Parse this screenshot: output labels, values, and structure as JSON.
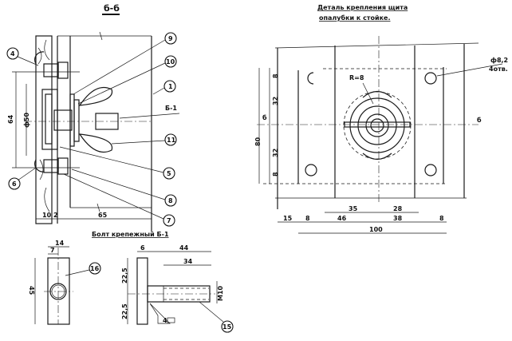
{
  "section": {
    "title": "б-б",
    "callouts": [
      "4",
      "9",
      "10",
      "1",
      "Б-1",
      "11",
      "5",
      "8",
      "7",
      "6"
    ],
    "dims": [
      "64",
      "ф50",
      "10",
      "2",
      "65"
    ]
  },
  "detail": {
    "title_line1": "Деталь крепления щита",
    "title_line2": "опалубки к стойке.",
    "radius": "R=8",
    "hole_dia": "ф8,2",
    "hole_count": "4отв.",
    "section_mark": "б",
    "dims_left": [
      "80",
      "8",
      "32",
      "32",
      "8"
    ],
    "dims_bottom_upper": [
      "35",
      "28"
    ],
    "dims_bottom": [
      "15",
      "8",
      "46",
      "38",
      "8"
    ],
    "total": "100"
  },
  "bolt": {
    "title": "Болт крепежный Б-1",
    "dims_front": [
      "14",
      "7",
      "45"
    ],
    "callout_front": "16",
    "dims_side": [
      "6",
      "44",
      "34",
      "22,5",
      "22,5",
      "M10"
    ],
    "callout_side": "15",
    "weld": "4"
  }
}
